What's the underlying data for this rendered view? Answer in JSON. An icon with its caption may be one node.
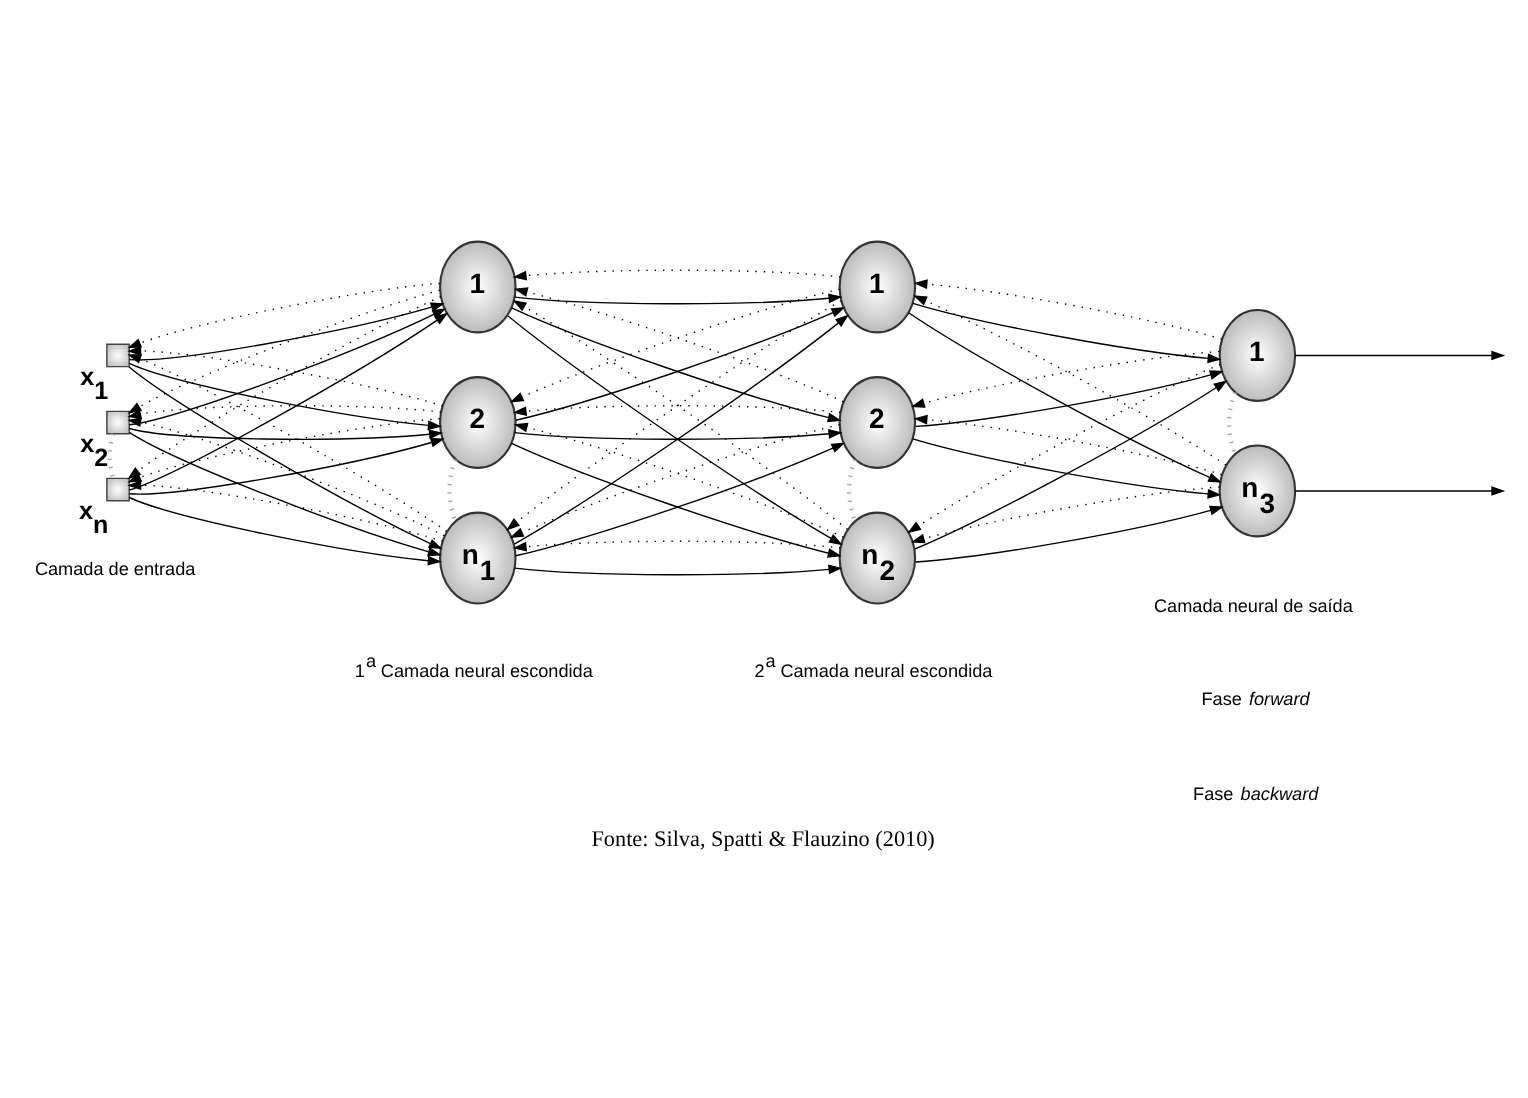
{
  "diagram": {
    "caption": "Fonte: Silva, Spatti & Flauzino (2010)",
    "nodes": [
      {
        "text": [],
        "shape": "box",
        "beside": [
          "x$_{1}$"
        ]
      },
      {
        "text": [],
        "shape": "box",
        "beside": [
          "x$_{2}$"
        ]
      },
      {
        "text": [],
        "shape": "box",
        "beside": [
          "x$_{n}$"
        ]
      },
      {
        "text": [
          "1"
        ]
      },
      {
        "text": [
          "2"
        ]
      },
      {
        "text": [
          "n$_{1}$"
        ]
      },
      {
        "text": [
          "1"
        ]
      },
      {
        "text": [
          "2"
        ]
      },
      {
        "text": [
          "n$_{2}$"
        ]
      },
      {
        "text": [
          "1"
        ]
      },
      {
        "text": [
          "n$_{3}$"
        ]
      }
    ],
    "edges": [
      {
        "from": 0,
        "to": 3,
        "arrow": "to"
      },
      {
        "from": 3,
        "to": 0,
        "arrow": "to",
        "style": "dashed"
      },
      {
        "from": 0,
        "to": 4,
        "arrow": "to"
      },
      {
        "from": 4,
        "to": 0,
        "arrow": "to",
        "style": "dashed"
      },
      {
        "from": 0,
        "to": 5,
        "arrow": "to"
      },
      {
        "from": 5,
        "to": 0,
        "arrow": "to",
        "style": "dashed"
      },
      {
        "from": 1,
        "to": 3,
        "arrow": "to"
      },
      {
        "from": 3,
        "to": 1,
        "arrow": "to",
        "style": "dashed"
      },
      {
        "from": 1,
        "to": 4,
        "arrow": "to"
      },
      {
        "from": 4,
        "to": 1,
        "arrow": "to",
        "style": "dashed"
      },
      {
        "from": 1,
        "to": 5,
        "arrow": "to"
      },
      {
        "from": 5,
        "to": 1,
        "arrow": "to",
        "style": "dashed"
      },
      {
        "from": 2,
        "to": 3,
        "arrow": "to"
      },
      {
        "from": 3,
        "to": 2,
        "arrow": "to",
        "style": "dashed"
      },
      {
        "from": 2,
        "to": 4,
        "arrow": "to"
      },
      {
        "from": 4,
        "to": 2,
        "arrow": "to",
        "style": "dashed"
      },
      {
        "from": 2,
        "to": 5,
        "arrow": "to"
      },
      {
        "from": 5,
        "to": 2,
        "arrow": "to",
        "style": "dashed"
      },
      {
        "from": 3,
        "to": 6,
        "arrow": "to"
      },
      {
        "from": 6,
        "to": 3,
        "arrow": "to",
        "style": "dashed"
      },
      {
        "from": 3,
        "to": 7,
        "arrow": "to"
      },
      {
        "from": 7,
        "to": 3,
        "arrow": "to",
        "style": "dashed"
      },
      {
        "from": 3,
        "to": 8,
        "arrow": "to"
      },
      {
        "from": 8,
        "to": 3,
        "arrow": "to",
        "style": "dashed"
      },
      {
        "from": 4,
        "to": 6,
        "arrow": "to"
      },
      {
        "from": 6,
        "to": 4,
        "arrow": "to",
        "style": "dashed"
      },
      {
        "from": 4,
        "to": 7,
        "arrow": "to"
      },
      {
        "from": 7,
        "to": 4,
        "arrow": "to",
        "style": "dashed"
      },
      {
        "from": 4,
        "to": 8,
        "arrow": "to"
      },
      {
        "from": 8,
        "to": 4,
        "arrow": "to",
        "style": "dashed"
      },
      {
        "from": 5,
        "to": 6,
        "arrow": "to"
      },
      {
        "from": 6,
        "to": 5,
        "arrow": "to",
        "style": "dashed"
      },
      {
        "from": 5,
        "to": 7,
        "arrow": "to"
      },
      {
        "from": 7,
        "to": 5,
        "arrow": "to",
        "style": "dashed"
      },
      {
        "from": 5,
        "to": 8,
        "arrow": "to"
      },
      {
        "from": 8,
        "to": 5,
        "arrow": "to",
        "style": "dashed"
      },
      {
        "from": 6,
        "to": 9,
        "arrow": "to"
      },
      {
        "from": 9,
        "to": 6,
        "arrow": "to",
        "style": "dashed"
      },
      {
        "from": 6,
        "to": 10,
        "arrow": "to"
      },
      {
        "from": 10,
        "to": 6,
        "arrow": "to",
        "style": "dashed"
      },
      {
        "from": 7,
        "to": 9,
        "arrow": "to"
      },
      {
        "from": 9,
        "to": 7,
        "arrow": "to",
        "style": "dashed"
      },
      {
        "from": 7,
        "to": 10,
        "arrow": "to"
      },
      {
        "from": 10,
        "to": 7,
        "arrow": "to",
        "style": "dashed"
      },
      {
        "from": 8,
        "to": 9,
        "arrow": "to"
      },
      {
        "from": 9,
        "to": 8,
        "arrow": "to",
        "style": "dashed"
      },
      {
        "from": 8,
        "to": 10,
        "arrow": "to"
      },
      {
        "from": 10,
        "to": 8,
        "arrow": "to",
        "style": "dashed"
      },
      {
        "from": 9,
        "to": null,
        "arrow": "to"
      },
      {
        "from": 10,
        "to": null,
        "arrow": "to"
      },
      {
        "from": 1,
        "to": 2,
        "arrow": "none",
        "style": "dashed",
        "color": "#a6a6a6"
      },
      {
        "from": 4,
        "to": 5,
        "arrow": "none",
        "style": "dashed",
        "color": "#a6a6a6"
      },
      {
        "from": 7,
        "to": 8,
        "arrow": "none",
        "style": "dashed",
        "color": "#a6a6a6"
      },
      {
        "from": 9,
        "to": 10,
        "arrow": "none",
        "style": "dashed",
        "color": "#a6a6a6"
      }
    ],
    "labels": [
      "Camada de entrada",
      "1$^{a}$ Camada neural escondida",
      "2$^{a}$ Camada neural escondida",
      "Camada neural de saída"
    ],
    "legend": [
      {
        "text": "Fase *forward*"
      },
      {
        "text": "Fase *backward*"
      }
    ]
  }
}
